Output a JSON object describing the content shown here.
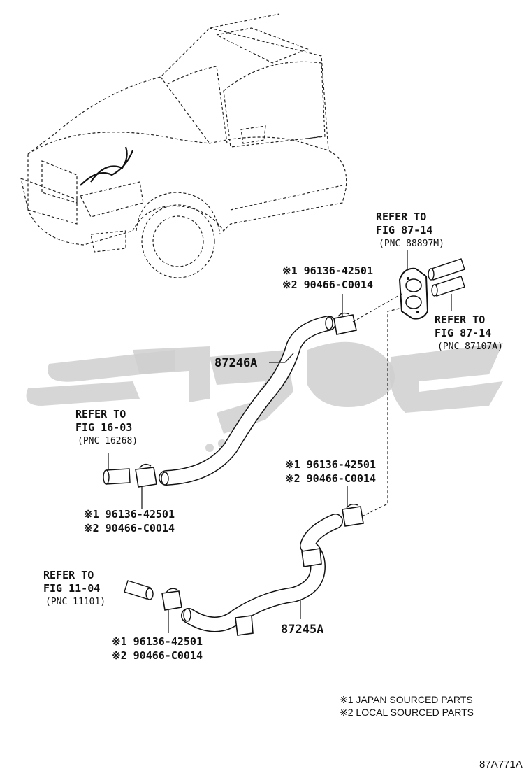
{
  "labels": {
    "hose_upper": "87246A",
    "hose_lower": "87245A",
    "diagram_code": "87A771A"
  },
  "refs": {
    "fig_87_14_a": {
      "line1": "REFER TO",
      "line2": "FIG 87-14",
      "line3": "(PNC 88897M)"
    },
    "fig_87_14_b": {
      "line1": "REFER TO",
      "line2": "FIG 87-14",
      "line3": "(PNC 87107A)"
    },
    "fig_16_03": {
      "line1": "REFER TO",
      "line2": "FIG 16-03",
      "line3": "(PNC 16268)"
    },
    "fig_11_04": {
      "line1": "REFER TO",
      "line2": "FIG 11-04",
      "line3": "(PNC 11101)"
    }
  },
  "clamps": [
    {
      "line1": "※1 96136-42501",
      "line2": "※2 90466-C0014"
    },
    {
      "line1": "※1 96136-42501",
      "line2": "※2 90466-C0014"
    },
    {
      "line1": "※1 96136-42501",
      "line2": "※2 90466-C0014"
    },
    {
      "line1": "※1 96136-42501",
      "line2": "※2 90466-C0014"
    }
  ],
  "legend": {
    "item1": "※1 JAPAN SOURCED PARTS",
    "item2": "※2 LOCAL SOURCED PARTS"
  }
}
